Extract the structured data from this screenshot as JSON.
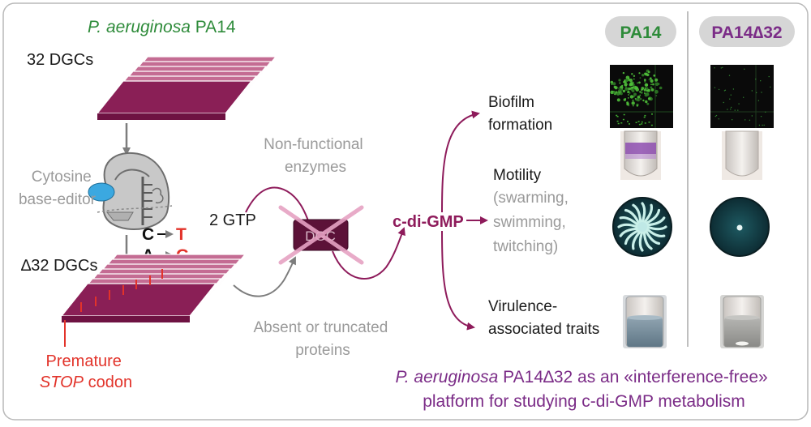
{
  "strain": {
    "species": "P. aeruginosa",
    "name": "PA14"
  },
  "top_stack": {
    "label": "32 DGCs"
  },
  "base_editor": {
    "line1": "Cytosine",
    "line2": "base-editor"
  },
  "conversion": {
    "from1": "C",
    "to1": "T",
    "from2": "A",
    "to2": "G"
  },
  "bottom_stack": {
    "label": "∆32 DGCs"
  },
  "stop": {
    "line1": "Premature",
    "stop_word": "STOP",
    "codon": "codon"
  },
  "substrate": "2 GTP",
  "nonfunctional": {
    "line1": "Non-functional",
    "line2": "enzymes"
  },
  "enzyme": {
    "label": "DGC"
  },
  "absent": {
    "line1": "Absent or truncated",
    "line2": "proteins"
  },
  "product": "c-di-GMP",
  "phenotypes": {
    "biofilm": {
      "line1": "Biofilm",
      "line2": "formation"
    },
    "motility": {
      "line1": "Motility",
      "line2": "(swarming,",
      "line3": "swimming,",
      "line4": "twitching)"
    },
    "virulence": {
      "line1": "Virulence-",
      "line2": "associated traits"
    }
  },
  "columns": {
    "wt": "PA14",
    "mutant": "PA14∆32"
  },
  "conclusion": {
    "species": "P. aeruginosa",
    "line1_rest": " PA14∆32 as an «interference-free»",
    "line2": "platform for studying c-di-GMP metabolism"
  },
  "colors": {
    "green": "#2e8b3a",
    "magenta": "#8e1b5b",
    "red": "#e2332a",
    "purple": "#7b2c87",
    "gray": "#9a9a9a",
    "pill_bg": "#d6d6d6",
    "stack_dark": "#8a1f56",
    "stack_light": "#c46c93"
  },
  "icons": [
    "base-editor-protein-icon",
    "biofilm-microscopy-image",
    "crystal-violet-tube-image",
    "motility-plate-image",
    "culture-tube-image"
  ]
}
